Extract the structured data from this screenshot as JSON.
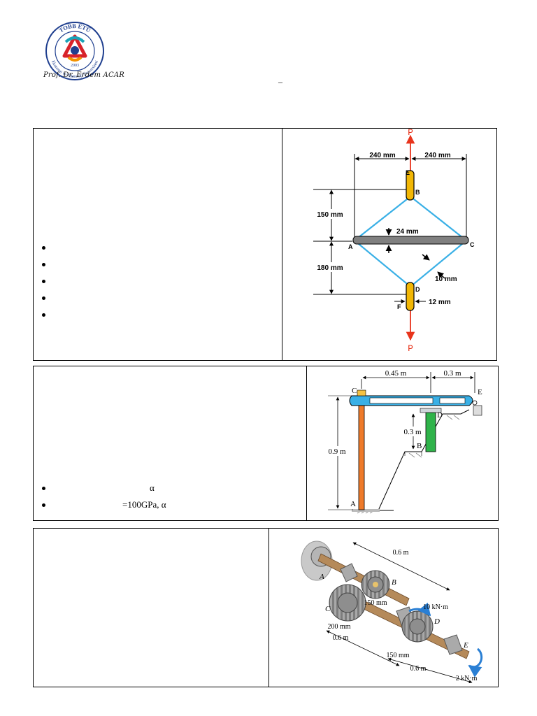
{
  "header": {
    "logo": {
      "icon": "university-seal-icon",
      "ring_top": "TOBB ETÜ",
      "ring_bottom": "Ekonomi ve Teknoloji Üniversitesi",
      "year": "2003",
      "colors": {
        "navy": "#1f3f8f",
        "red": "#d8232a",
        "orange": "#f39200",
        "teal": "#1aa3b8"
      }
    },
    "signature": "Prof. Dr. Erdem ACAR",
    "dash": "–"
  },
  "problem1": {
    "bullets": [
      "",
      "",
      "",
      "",
      ""
    ],
    "figure": {
      "load_top": "P",
      "load_bottom": "P",
      "dim_left_span": "240 mm",
      "dim_right_span": "240 mm",
      "dim_upper_height": "150 mm",
      "dim_lower_height": "180 mm",
      "bar_thickness": "24 mm",
      "link_thickness": "10 mm",
      "pin_width": "12 mm",
      "points": {
        "A": "A",
        "B": "B",
        "C": "C",
        "D": "D",
        "E": "E",
        "F": "F"
      },
      "colors": {
        "link": "#3ab0e6",
        "bar": "#808080",
        "pin": "#f2b705",
        "load": "#e8341c"
      }
    }
  },
  "problem2": {
    "bullets": [
      "α",
      "=100GPa, α"
    ],
    "figure": {
      "dim_left": "0.45 m",
      "dim_right": "0.3 m",
      "dim_post": "0.3 m",
      "dim_height": "0.9 m",
      "points": {
        "A": "A",
        "B": "B",
        "C": "C",
        "D": "D",
        "E": "E"
      },
      "colors": {
        "beam": "#3ab0e6",
        "rod_ac": "#ee7a2a",
        "post_bd": "#2fb34a"
      }
    }
  },
  "problem3": {
    "figure": {
      "dim_top": "0.6 m",
      "dim_mid": "0.6 m",
      "dim_bottom": "0.6 m",
      "gear_b_radius": "150 mm",
      "gear_c_radius": "200 mm",
      "gear_d_radius": "150 mm",
      "torque_d": "10 kN·m",
      "torque_e": "2 kN·m",
      "points": {
        "A": "A",
        "B": "B",
        "C": "C",
        "D": "D",
        "E": "E"
      },
      "colors": {
        "shaft": "#b58a5a",
        "gear": "#9a9a9a",
        "torque": "#2a7fd4"
      }
    }
  }
}
